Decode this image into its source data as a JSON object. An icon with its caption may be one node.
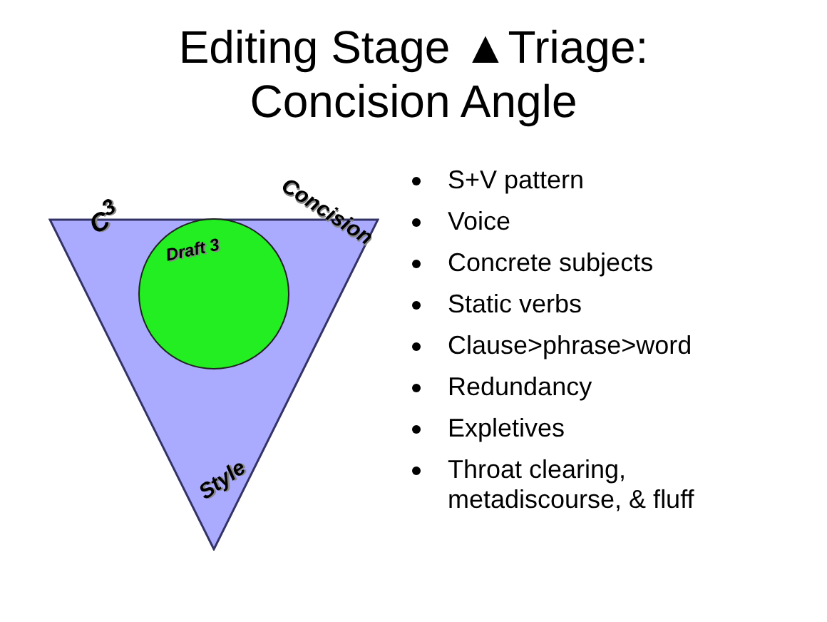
{
  "diagram": {
    "title": "Editing Stage ▲Triage: Concision Angle",
    "nodes": [
      {
        "text": [],
        "shape": "triangle"
      },
      {
        "text": [
          "Draft 3"
        ],
        "in": 0
      }
    ],
    "labels": [
      "C$^{3}$",
      "Concision",
      "Style",
      "S+V pattern",
      "Voice",
      "Concrete subjects",
      "Static verbs",
      "Clause>phrase>word",
      "Redundancy",
      "Expletives",
      "Throat clearing, metadiscourse, & fluff"
    ]
  }
}
